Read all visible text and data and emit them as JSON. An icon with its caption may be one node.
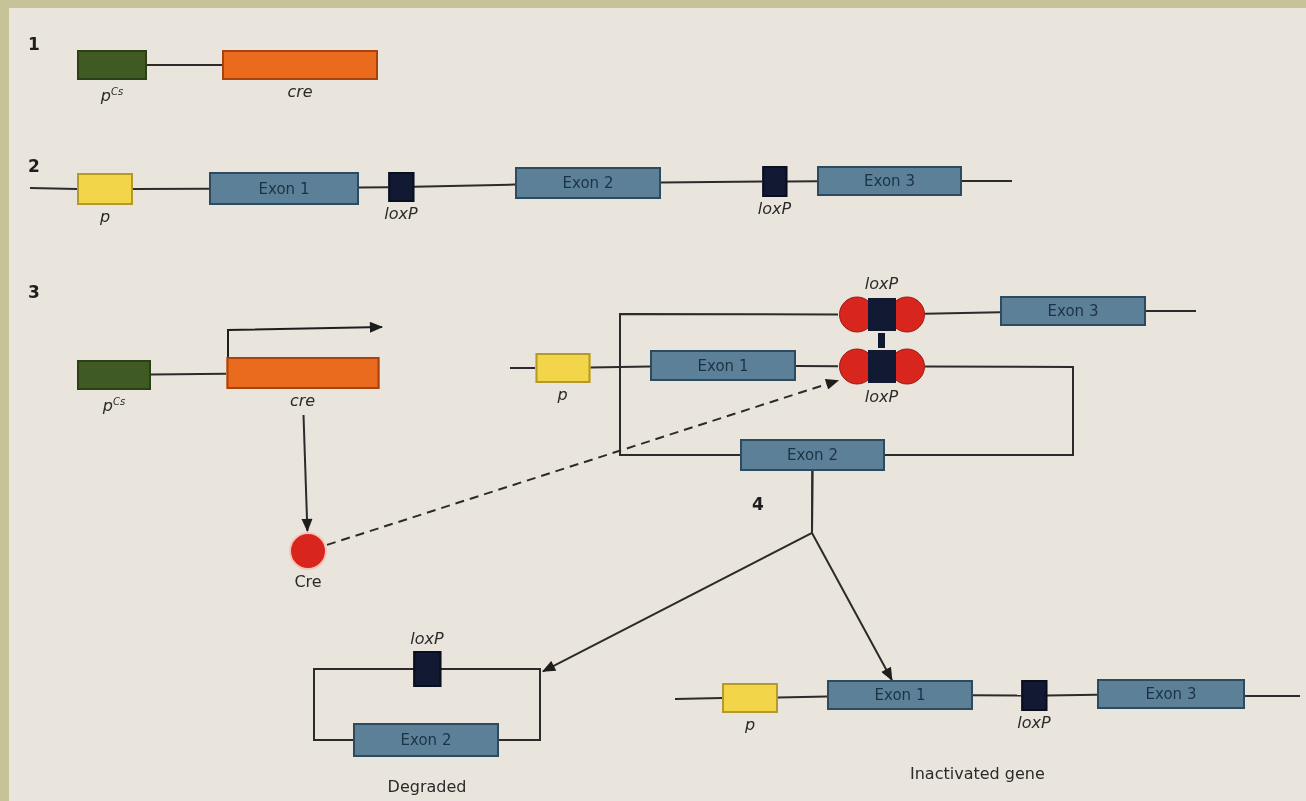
{
  "diagram": {
    "nodes": [
      {
        "text": [
          "p$^{Cs}$"
        ]
      },
      {
        "text": [
          "cre"
        ]
      },
      {
        "text": [
          "p"
        ]
      },
      {
        "text": [
          "Exon 1"
        ]
      },
      {
        "text": [
          "loxP"
        ]
      },
      {
        "text": [
          "Exon 2"
        ]
      },
      {
        "text": [
          "loxP"
        ]
      },
      {
        "text": [
          "Exon 3"
        ]
      },
      {
        "text": [
          "p$^{Cs}$"
        ]
      },
      {
        "text": [
          "cre"
        ]
      },
      {
        "text": [
          "Cre"
        ]
      },
      {
        "text": [
          "p"
        ]
      },
      {
        "text": [
          "Exon 1"
        ]
      },
      {
        "text": [
          "loxP"
        ]
      },
      {
        "text": [
          "loxP"
        ]
      },
      {
        "text": [
          "Exon 3"
        ]
      },
      {
        "text": [
          "Exon 2"
        ]
      },
      {
        "text": [
          "Degraded"
        ]
      },
      {
        "text": [
          "loxP"
        ]
      },
      {
        "text": [
          "Exon 2"
        ]
      },
      {
        "text": [
          "p"
        ]
      },
      {
        "text": [
          "Exon 1"
        ]
      },
      {
        "text": [
          "loxP"
        ]
      },
      {
        "text": [
          "Exon 3"
        ]
      }
    ],
    "edges": [
      {
        "from": 0,
        "to": 1,
        "arrow": "none"
      },
      {
        "from": 2,
        "to": 3,
        "arrow": "none"
      },
      {
        "from": 3,
        "to": 4,
        "arrow": "none"
      },
      {
        "from": 4,
        "to": 5,
        "arrow": "none"
      },
      {
        "from": 5,
        "to": 6,
        "arrow": "none"
      },
      {
        "from": 6,
        "to": 7,
        "arrow": "none"
      },
      {
        "from": 8,
        "to": 9,
        "arrow": "none"
      },
      {
        "from": 9,
        "to": 10,
        "arrow": "to"
      },
      {
        "from": 10,
        "to": 14,
        "arrow": "to",
        "style": "dashed"
      },
      {
        "from": 11,
        "to": 12,
        "arrow": "none"
      },
      {
        "from": 12,
        "to": 14,
        "arrow": "none"
      },
      {
        "from": 14,
        "to": 16,
        "arrow": "none"
      },
      {
        "from": 16,
        "to": 13,
        "arrow": "none"
      },
      {
        "from": 13,
        "to": 15,
        "arrow": "none"
      },
      {
        "from": 13,
        "to": 14,
        "arrow": "none",
        "style": "thick",
        "color": "#101830"
      },
      {
        "from": 16,
        "to": 17,
        "arrow": "to"
      },
      {
        "from": 16,
        "to": 21,
        "arrow": "to"
      },
      {
        "from": 20,
        "to": 21,
        "arrow": "none"
      },
      {
        "from": 21,
        "to": 22,
        "arrow": "none"
      },
      {
        "from": 22,
        "to": 23,
        "arrow": "none"
      }
    ],
    "labels": [
      "1",
      "2",
      "3",
      "4",
      "Inactivated gene"
    ]
  }
}
